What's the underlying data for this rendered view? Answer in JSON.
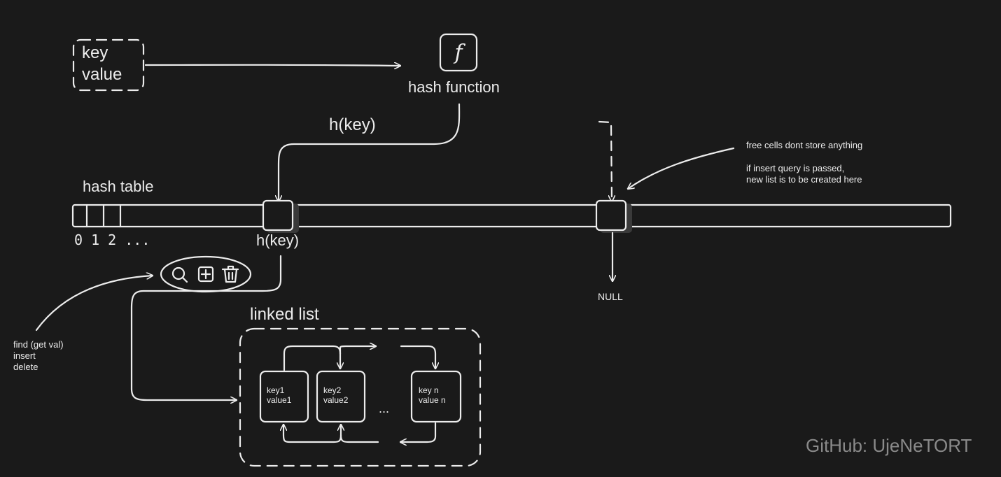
{
  "input": {
    "key_label": "key",
    "value_label": "value"
  },
  "hash_function": {
    "icon": "function-icon",
    "symbol": "f",
    "label": "hash function"
  },
  "arrow_label": "h(key)",
  "hash_table": {
    "title": "hash table",
    "index_labels": "0 1 2 ...",
    "cell_label": "h(key)",
    "null_label": "NULL"
  },
  "free_cell_note": {
    "line1": "free cells dont store anything",
    "line2": "if insert query is passed,",
    "line3": "new list is to be created here"
  },
  "operations": {
    "icons": [
      "search-icon",
      "add-icon",
      "trash-icon"
    ],
    "line1": "find (get val)",
    "line2": "insert",
    "line3": "delete"
  },
  "linked_list": {
    "title": "linked list",
    "nodes": [
      {
        "key": "key1",
        "value": "value1"
      },
      {
        "key": "key2",
        "value": "value2"
      },
      {
        "key": "key n",
        "value": "value n"
      }
    ],
    "ellipsis": "..."
  },
  "watermark": "GitHub: UjeNeTORT",
  "colors": {
    "background": "#1a1a1a",
    "stroke": "#ececec",
    "watermark": "#8a8a8a"
  }
}
